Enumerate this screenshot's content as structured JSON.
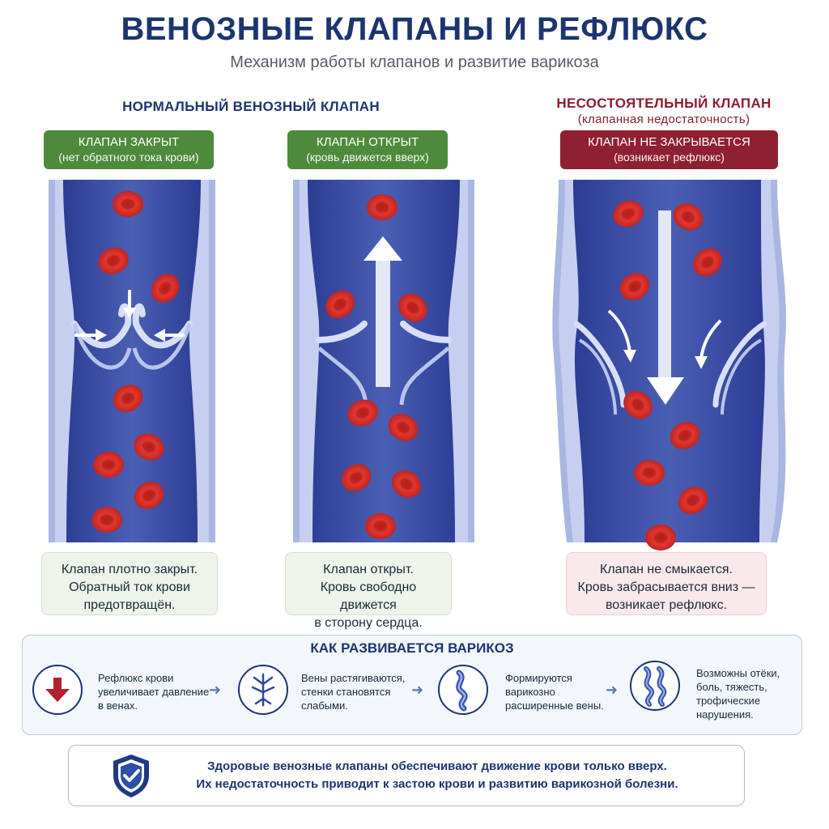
{
  "header": {
    "title": "ВЕНОЗНЫЕ КЛАПАНЫ И РЕФЛЮКС",
    "subtitle": "Механизм работы клапанов и развитие варикоза"
  },
  "sections": {
    "normal_heading": "НОРМАЛЬНЫЙ ВЕНОЗНЫЙ КЛАПАН",
    "faulty_heading": "НЕСОСТОЯТЕЛЬНЫЙ КЛАПАН",
    "faulty_subheading": "(клапанная недостаточность)"
  },
  "panels": [
    {
      "tag_title": "КЛАПАН ЗАКРЫТ",
      "tag_sub": "(нет обратного тока крови)",
      "caption": [
        "Клапан плотно закрыт.",
        "Обратный ток крови",
        "предотвращён."
      ]
    },
    {
      "tag_title": "КЛАПАН ОТКРЫТ",
      "tag_sub": "(кровь движется вверх)",
      "caption": [
        "Клапан открыт.",
        "Кровь свободно движется",
        "в сторону сердца."
      ]
    },
    {
      "tag_title": "КЛАПАН НЕ ЗАКРЫВАЕТСЯ",
      "tag_sub": "(возникает рефлюкс)",
      "caption": [
        "Клапан не смыкается.",
        "Кровь забрасывается вниз —",
        "возникает рефлюкс."
      ]
    }
  ],
  "process": {
    "title": "КАК РАЗВИВАЕТСЯ ВАРИКОЗ",
    "steps": [
      {
        "icon": "down-arrow-icon",
        "lines": [
          "Рефлюкс крови",
          "увеличивает давление",
          "в венах."
        ]
      },
      {
        "icon": "vein-branch-icon",
        "lines": [
          "Вены растягиваются,",
          "стенки становятся",
          "слабыми."
        ]
      },
      {
        "icon": "varicose-vein-icon",
        "lines": [
          "Формируются",
          "варикозно",
          "расширенные вены."
        ]
      },
      {
        "icon": "swollen-veins-icon",
        "lines": [
          "Возможны отёки,",
          "боль, тяжесть,",
          "трофические",
          "нарушения."
        ]
      }
    ]
  },
  "footer": {
    "icon": "shield-check-icon",
    "line1": "Здоровые венозные клапаны обеспечивают движение крови только вверх.",
    "line2": "Их недостаточность приводит к застою крови и развитию варикозной болезни."
  },
  "colors": {
    "navy": "#1c3570",
    "green": "#4e8a3b",
    "red": "#8e2032",
    "blood": "#d9322c",
    "vein_blue": "#3b4fa6",
    "vein_wall": "#a9b6e2"
  }
}
